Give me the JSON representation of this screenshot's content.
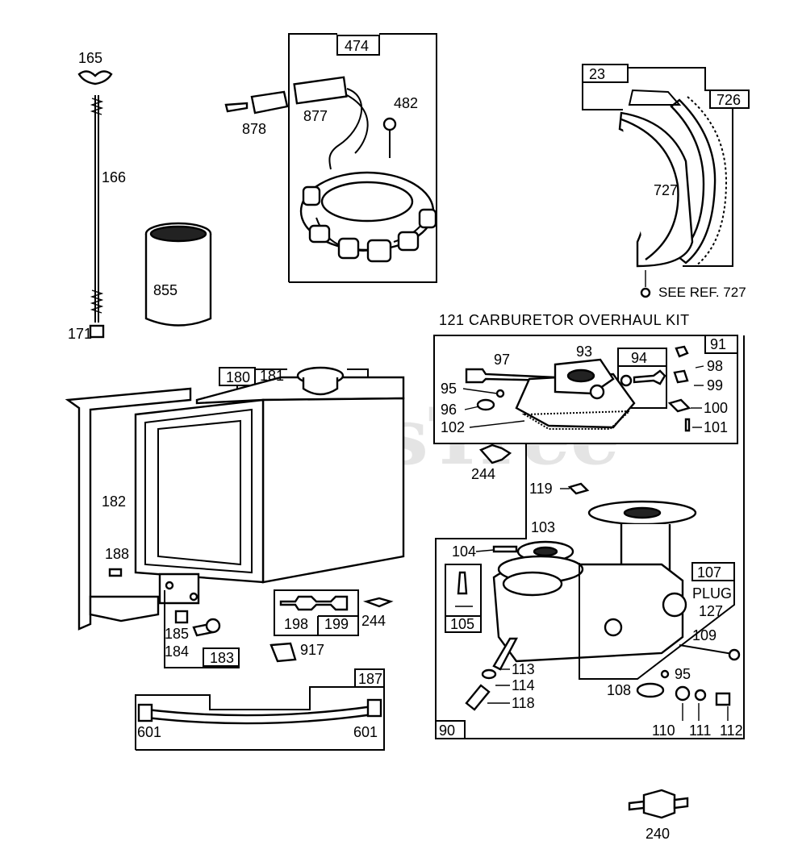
{
  "watermark": "PartsTree",
  "header": {
    "kit_title": "121 CARBURETOR OVERHAUL KIT"
  },
  "notes": {
    "see_ref": "SEE REF. 727",
    "plug": "PLUG"
  },
  "callouts": {
    "p165": "165",
    "p166": "166",
    "p171": "171",
    "p855": "855",
    "p474": "474",
    "p878": "878",
    "p877": "877",
    "p482": "482",
    "p23": "23",
    "p726": "726",
    "p727": "727",
    "p180": "180",
    "p181": "181",
    "p182": "182",
    "p188": "188",
    "p185": "185",
    "p184": "184",
    "p183": "183",
    "p198": "198",
    "p199": "199",
    "p244a": "244",
    "p917": "917",
    "p187": "187",
    "p601a": "601",
    "p601b": "601",
    "p91": "91",
    "p97": "97",
    "p93": "93",
    "p94": "94",
    "p98": "98",
    "p99": "99",
    "p95a": "95",
    "p96": "96",
    "p100": "100",
    "p102": "102",
    "p101": "101",
    "p244b": "244",
    "p119": "119",
    "p103": "103",
    "p104": "104",
    "p107": "107",
    "p127": "127",
    "p105": "105",
    "p109": "109",
    "p113": "113",
    "p95b": "95",
    "p114": "114",
    "p108": "108",
    "p118": "118",
    "p90": "90",
    "p110": "110",
    "p111": "111",
    "p112": "112",
    "p240": "240"
  }
}
